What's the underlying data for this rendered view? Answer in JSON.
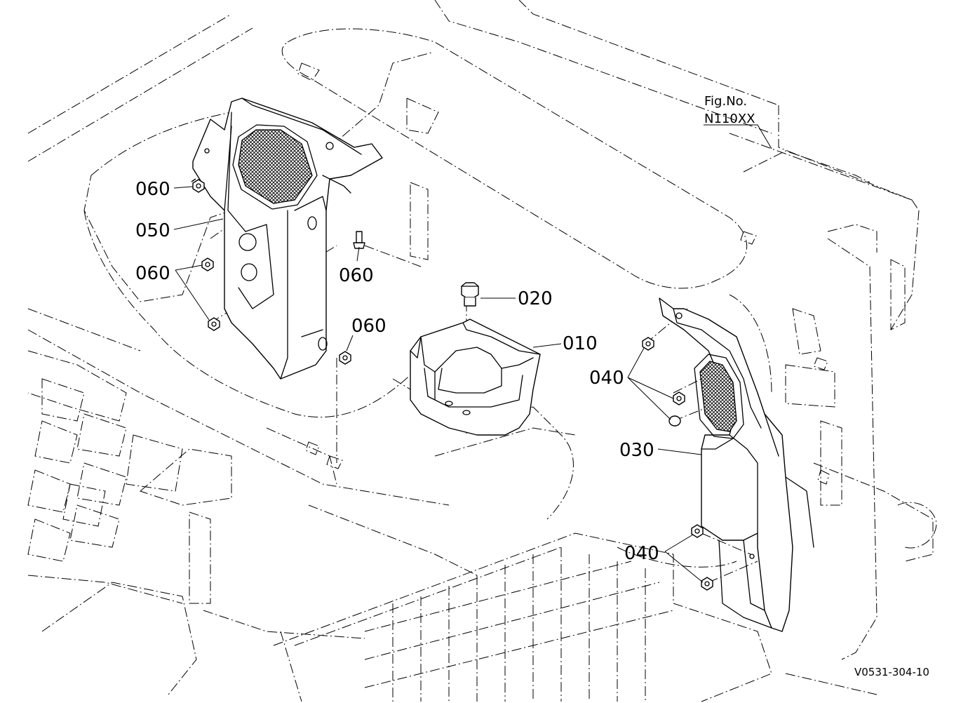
{
  "figure": {
    "title": "Fig.No.",
    "number": "N110XX"
  },
  "drawing_code": "V0531-304-10",
  "callouts": [
    {
      "id": "060a",
      "label": "060"
    },
    {
      "id": "050",
      "label": "050"
    },
    {
      "id": "060b",
      "label": "060"
    },
    {
      "id": "060c",
      "label": "060"
    },
    {
      "id": "060d",
      "label": "060"
    },
    {
      "id": "020",
      "label": "020"
    },
    {
      "id": "010",
      "label": "010"
    },
    {
      "id": "040a",
      "label": "040"
    },
    {
      "id": "030",
      "label": "030"
    },
    {
      "id": "040b",
      "label": "040"
    }
  ]
}
